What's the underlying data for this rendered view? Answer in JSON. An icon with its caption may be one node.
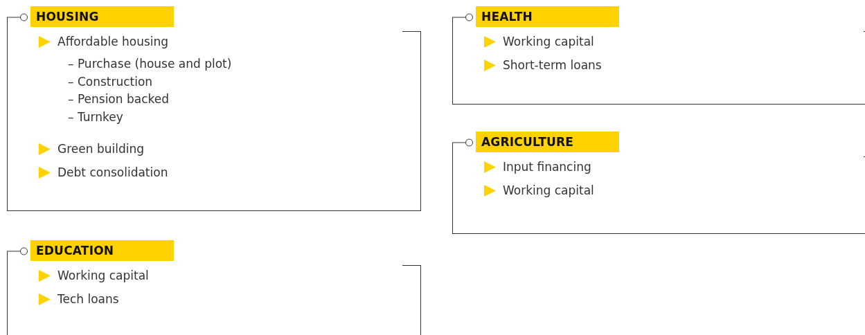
{
  "diagram": {
    "nodes": [
      {
        "text": [
          "HOUSING",
          "Affordable housing",
          "– Purchase (house and plot)",
          "– Construction",
          "– Pension backed",
          "– Turnkey",
          "Green building",
          "Debt consolidation"
        ]
      },
      {
        "text": [
          "HEALTH",
          "Working capital",
          "Short-term loans"
        ]
      },
      {
        "text": [
          "AGRICULTURE",
          "Input financing",
          "Working capital"
        ]
      },
      {
        "text": [
          "EDUCATION",
          "Working capital",
          "Tech loans"
        ]
      }
    ]
  }
}
